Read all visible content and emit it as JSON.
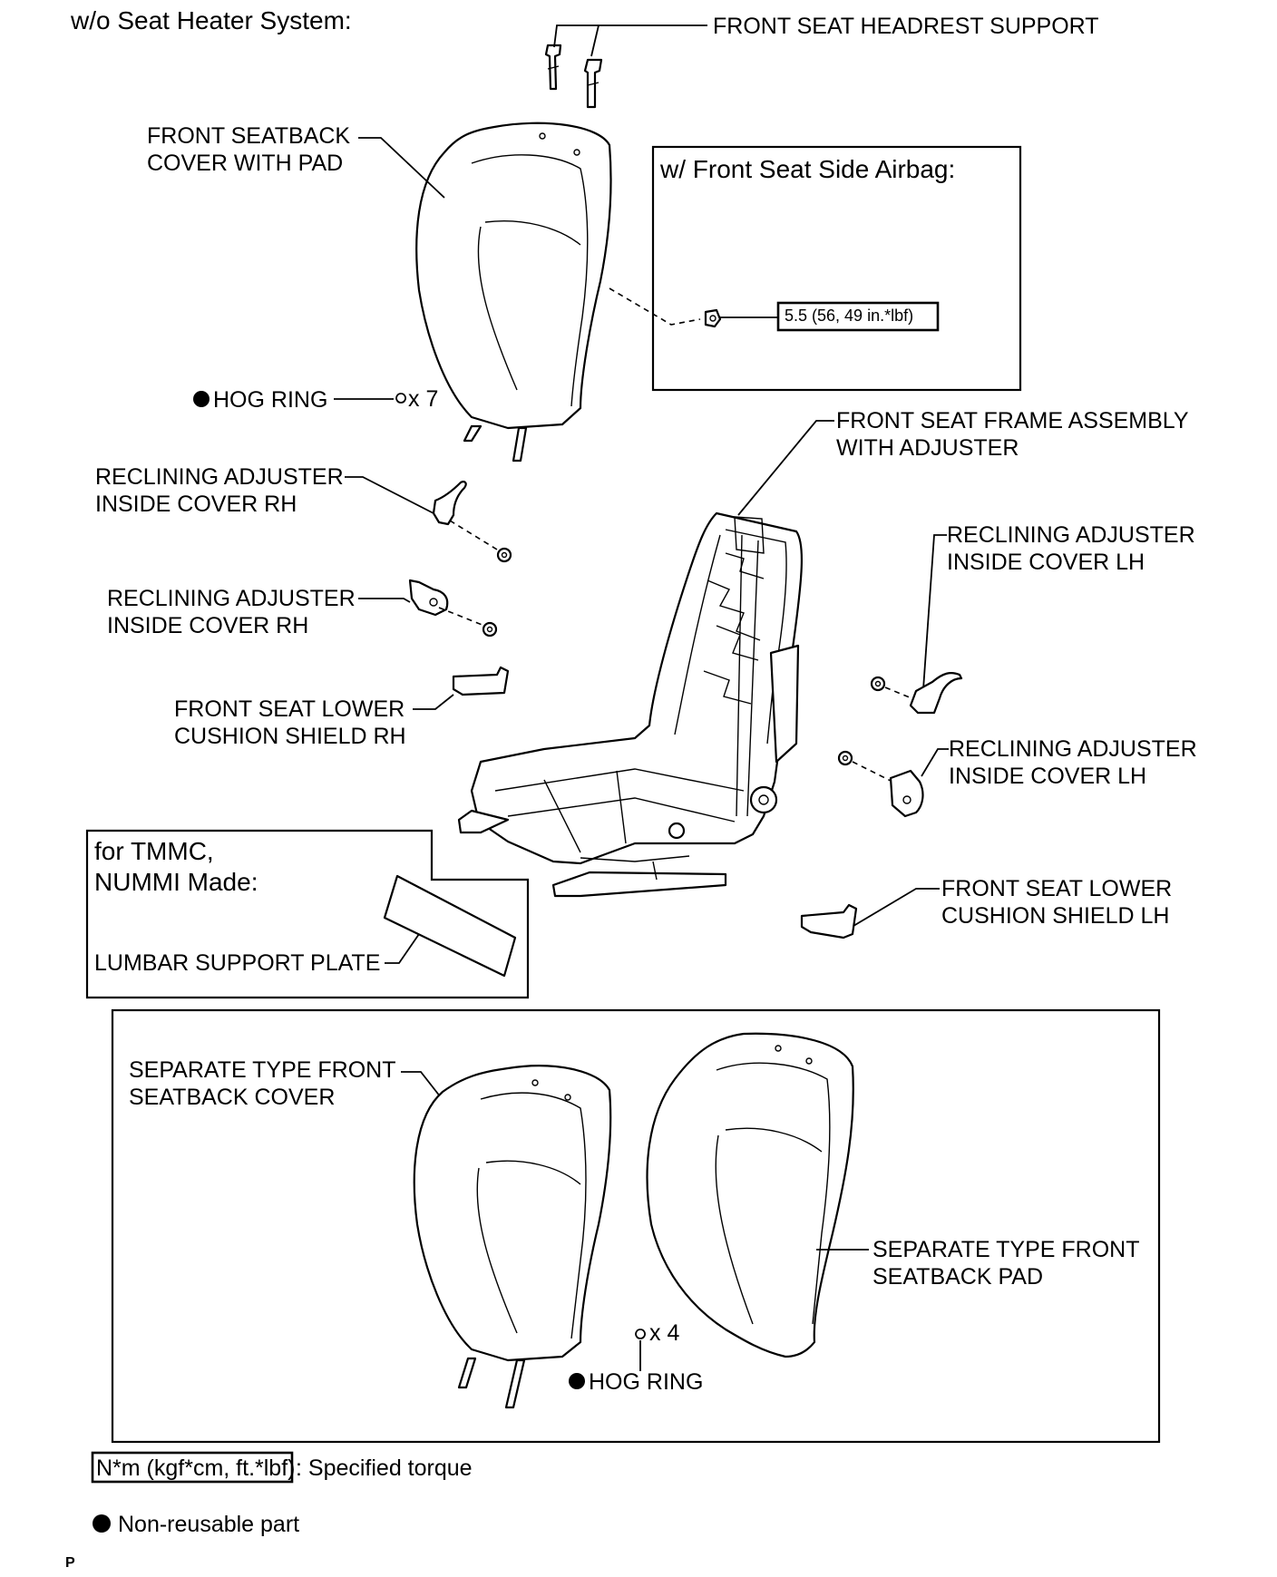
{
  "title": "w/o Seat Heater System:",
  "labels": {
    "headrest_support": "FRONT SEAT HEADREST SUPPORT",
    "seatback_cover_pad": [
      "FRONT SEATBACK",
      "COVER WITH PAD"
    ],
    "hog_ring_top": "HOG RING",
    "hog_ring_top_qty": "x 7",
    "reclining_rh_1": [
      "RECLINING ADJUSTER",
      "INSIDE COVER RH"
    ],
    "reclining_rh_2": [
      "RECLINING ADJUSTER",
      "INSIDE COVER RH"
    ],
    "lower_shield_rh": [
      "FRONT SEAT LOWER",
      "CUSHION SHIELD RH"
    ],
    "frame_assembly": [
      "FRONT SEAT FRAME ASSEMBLY",
      "WITH ADJUSTER"
    ],
    "reclining_lh_1": [
      "RECLINING ADJUSTER",
      "INSIDE COVER LH"
    ],
    "reclining_lh_2": [
      "RECLINING ADJUSTER",
      "INSIDE COVER LH"
    ],
    "lower_shield_lh": [
      "FRONT SEAT LOWER",
      "CUSHION SHIELD LH"
    ],
    "separate_cover": [
      "SEPARATE TYPE FRONT",
      "SEATBACK COVER"
    ],
    "separate_pad": [
      "SEPARATE TYPE FRONT",
      "SEATBACK PAD"
    ],
    "hog_ring_bottom": "HOG RING",
    "hog_ring_bottom_qty": "x 4"
  },
  "airbag_box": {
    "title": "w/ Front Seat Side Airbag:",
    "torque": "5.5 (56, 49 in.*lbf)"
  },
  "tmmc_box": {
    "title": [
      "for TMMC,",
      "NUMMI Made:"
    ],
    "part": "LUMBAR SUPPORT PLATE"
  },
  "legend": {
    "torque_box": "N*m (kgf*cm, ft.*lbf)",
    "torque_text": ": Specified torque",
    "nonreusable": "Non-reusable part"
  },
  "corner_mark": "P",
  "colors": {
    "ink": "#000000",
    "paper": "#ffffff"
  }
}
